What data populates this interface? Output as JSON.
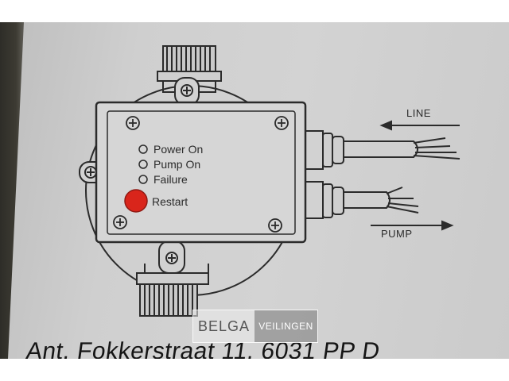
{
  "photo": {
    "subject": "pump controller wiring diagram printed on card",
    "indicators": [
      {
        "label": "Power On",
        "icon": "led-indicator-icon"
      },
      {
        "label": "Pump On",
        "icon": "led-indicator-icon"
      },
      {
        "label": "Failure",
        "icon": "led-indicator-icon"
      }
    ],
    "restart": {
      "label": "Restart",
      "color": "#d9251b"
    },
    "line_label": "LINE",
    "pump_label": "PUMP",
    "address_text": "Ant. Fokkerstraat 11, 6031 PP D"
  },
  "watermark": {
    "left": "BELGA",
    "right": "VEILINGEN"
  },
  "colors": {
    "background_card": "#d0d0d0",
    "ink": "#2b2b2b",
    "restart_red": "#d9251b"
  }
}
